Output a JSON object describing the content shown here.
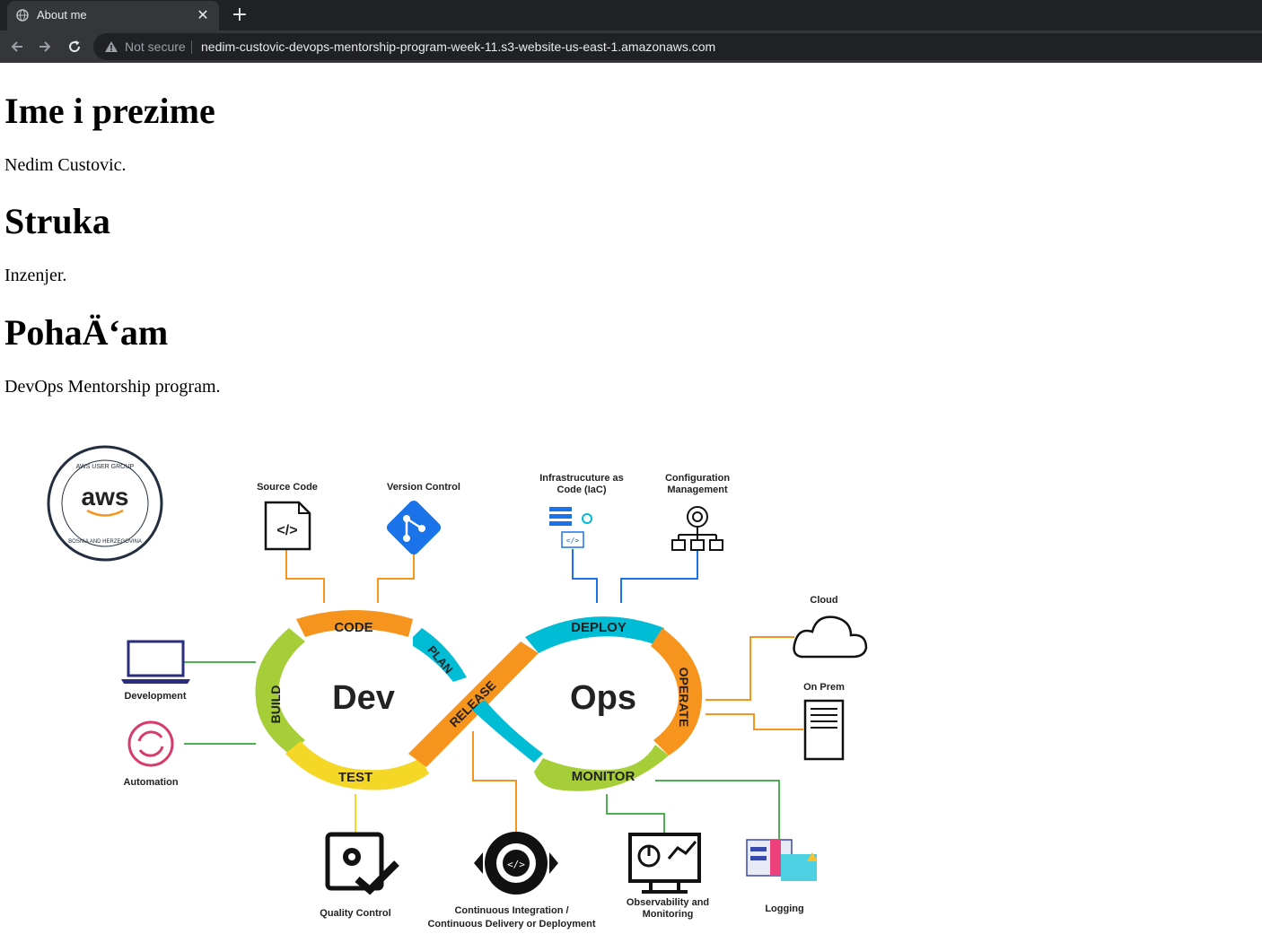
{
  "browser": {
    "tab_title": "About me",
    "security_label": "Not secure",
    "url": "nedim-custovic-devops-mentorship-program-week-11.s3-website-us-east-1.amazonaws.com"
  },
  "page": {
    "sections": [
      {
        "heading": "Ime i prezime",
        "text": "Nedim Custovic."
      },
      {
        "heading": "Struka",
        "text": "Inzenjer."
      },
      {
        "heading": "PohaÄ‘am",
        "text": "DevOps Mentorship program."
      }
    ]
  },
  "diagram": {
    "logo_text": "aws",
    "logo_ring_top": "AWS USER GROUP",
    "logo_ring_bottom": "BOSNIA AND HERZEGOVINA",
    "dev": "Dev",
    "ops": "Ops",
    "stages": {
      "code": "CODE",
      "plan": "PLAN",
      "build": "BUILD",
      "test": "TEST",
      "release": "RELEASE",
      "deploy": "DEPLOY",
      "operate": "OPERATE",
      "monitor": "MONITOR"
    },
    "tools": {
      "source_code": "Source Code",
      "version_control": "Version Control",
      "iac_line1": "Infrastrucuture as",
      "iac_line2": "Code (IaC)",
      "config_line1": "Configuration",
      "config_line2": "Management",
      "cloud": "Cloud",
      "on_prem": "On Prem",
      "development": "Development",
      "automation": "Automation",
      "quality_control": "Quality Control",
      "cicd_line1": "Continuous Integration /",
      "cicd_line2": "Continuous Delivery or Deployment",
      "observability_line1": "Observability and",
      "observability_line2": "Monitoring",
      "logging": "Logging"
    },
    "colors": {
      "orange": "#f7941d",
      "cyan": "#00bcd4",
      "lime": "#a6ce39",
      "yellow": "#f5d728",
      "blue": "#1a73e8",
      "green": "#4caf50"
    }
  }
}
